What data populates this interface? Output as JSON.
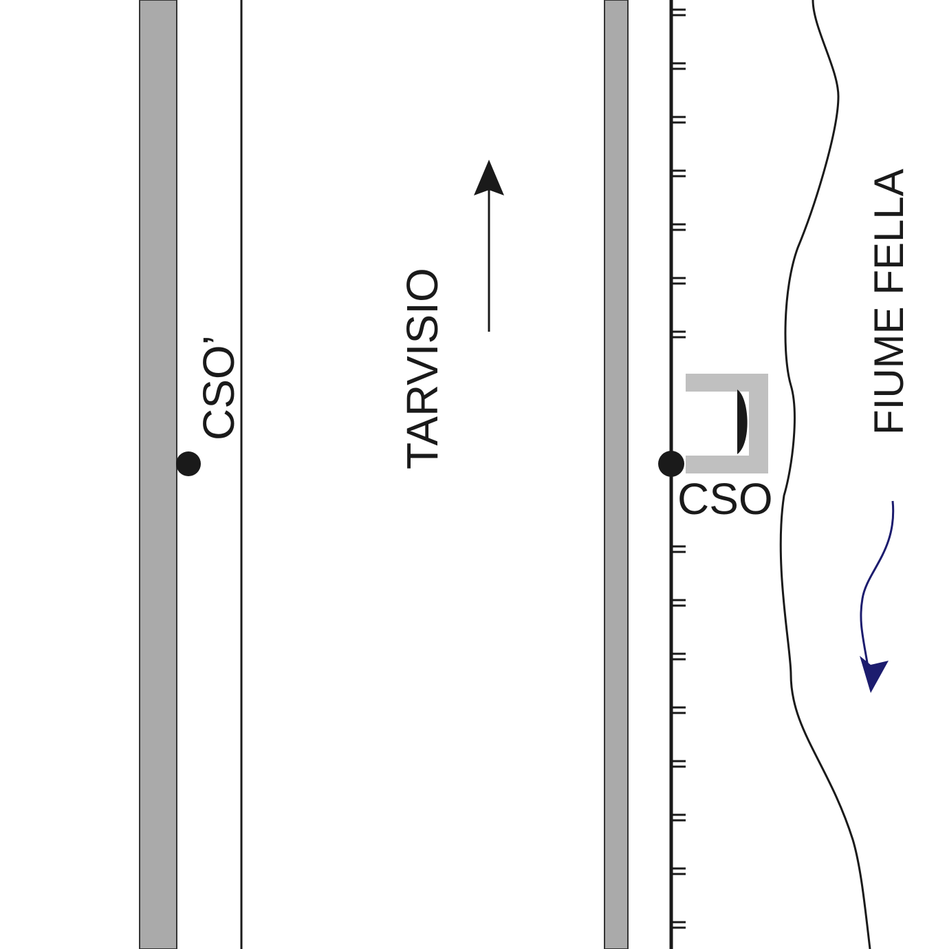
{
  "labels": {
    "cso_prime": "CSO’",
    "cso": "CSO",
    "direction": "TARVISIO",
    "river": "FIUME FELLA"
  },
  "colors": {
    "ink": "#1a1a1a",
    "band": "#aaaaaa",
    "band_outline": "#333333",
    "outcrop": "#c0c0c0",
    "river_flow": "#1c1c6e"
  },
  "icons": {
    "direction_arrow": "up-arrow-icon",
    "flow_arrow": "wavy-down-arrow-icon"
  }
}
